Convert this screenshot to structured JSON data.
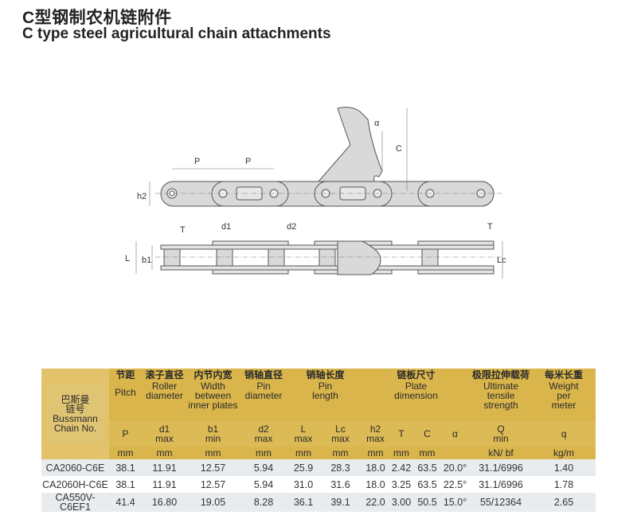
{
  "title": {
    "cn": "C型钢制农机链附件",
    "en": "C type steel agricultural chain attachments"
  },
  "diagram_labels": {
    "P": "P",
    "C": "C",
    "alpha": "α",
    "h2": "h2",
    "d1": "d1",
    "d2": "d2",
    "T": "T",
    "L": "L",
    "b1": "b1",
    "Lc": "Lc"
  },
  "table": {
    "chain_no": {
      "cn1": "巴斯曼",
      "cn2": "链号",
      "en1": "Bussmann",
      "en2": "Chain No."
    },
    "groups": {
      "pitch": {
        "cn": "节距",
        "en": "Pitch"
      },
      "roller": {
        "cn": "滚子直径",
        "en1": "Roller",
        "en2": "diameter"
      },
      "width": {
        "cn": "内节内宽",
        "en1": "Width",
        "en2": "between",
        "en3": "inner plates"
      },
      "pin_d": {
        "cn": "销轴直径",
        "en1": "Pin",
        "en2": "diameter"
      },
      "pin_l": {
        "cn": "销轴长度",
        "en1": "Pin",
        "en2": "length"
      },
      "plate": {
        "cn": "链板尺寸",
        "en1": "Plate",
        "en2": "dimension"
      },
      "uts": {
        "cn": "极限拉伸载荷",
        "en1": "Ultimate",
        "en2": "tensile",
        "en3": "strength"
      },
      "weight": {
        "cn": "每米长重",
        "en1": "Weight",
        "en2": "per",
        "en3": "meter"
      }
    },
    "symbols": [
      {
        "s": "P",
        "q": ""
      },
      {
        "s": "d1",
        "q": "max"
      },
      {
        "s": "b1",
        "q": "min"
      },
      {
        "s": "d2",
        "q": "max"
      },
      {
        "s": "L",
        "q": "max"
      },
      {
        "s": "Lc",
        "q": "max"
      },
      {
        "s": "h2",
        "q": "max"
      },
      {
        "s": "T",
        "q": ""
      },
      {
        "s": "C",
        "q": ""
      },
      {
        "s": "α",
        "q": ""
      },
      {
        "s": "Q",
        "q": "min"
      },
      {
        "s": "q",
        "q": ""
      }
    ],
    "units": [
      "mm",
      "mm",
      "mm",
      "mm",
      "mm",
      "mm",
      "mm",
      "mm",
      "mm",
      "",
      "kN/ bf",
      "kg/m"
    ],
    "rows": [
      [
        "CA2060-C6E",
        "38.1",
        "11.91",
        "12.57",
        "5.94",
        "25.9",
        "28.3",
        "18.0",
        "2.42",
        "63.5",
        "20.0°",
        "31.1/6996",
        "1.40"
      ],
      [
        "CA2060H-C6E",
        "38.1",
        "11.91",
        "12.57",
        "5.94",
        "31.0",
        "31.6",
        "18.0",
        "3.25",
        "63.5",
        "22.5°",
        "31.1/6996",
        "1.78"
      ],
      [
        "CA550V-C6EF1",
        "41.4",
        "16.80",
        "19.05",
        "8.28",
        "36.1",
        "39.1",
        "22.0",
        "3.00",
        "50.5",
        "15.0°",
        "55/12364",
        "2.65"
      ]
    ]
  }
}
